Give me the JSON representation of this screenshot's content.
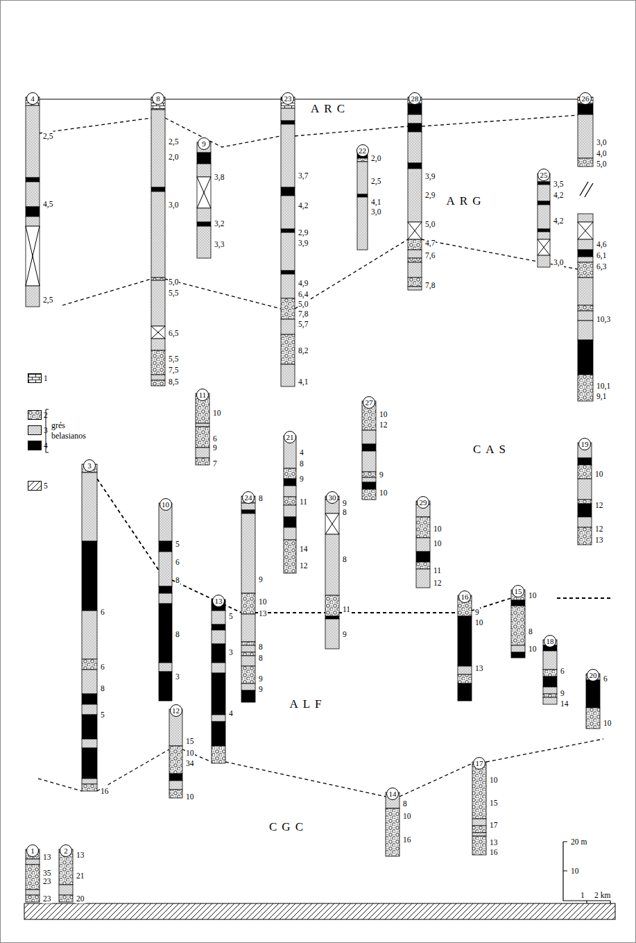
{
  "diagram": {
    "nodes": [
      {
        "text": [
          "4"
        ]
      },
      {
        "text": [
          "8"
        ]
      },
      {
        "text": [
          "23"
        ]
      },
      {
        "text": [
          "28"
        ]
      },
      {
        "text": [
          "26"
        ]
      },
      {
        "text": [
          "9"
        ]
      },
      {
        "text": [
          "22"
        ]
      },
      {
        "text": [
          "25"
        ]
      },
      {
        "text": [
          "11"
        ]
      },
      {
        "text": [
          "27"
        ]
      },
      {
        "text": [
          "21"
        ]
      },
      {
        "text": [
          "19"
        ]
      },
      {
        "text": [
          "3"
        ]
      },
      {
        "text": [
          "10"
        ]
      },
      {
        "text": [
          "24"
        ]
      },
      {
        "text": [
          "30"
        ]
      },
      {
        "text": [
          "29"
        ]
      },
      {
        "text": [
          "15"
        ]
      },
      {
        "text": [
          "16"
        ]
      },
      {
        "text": [
          "13"
        ]
      },
      {
        "text": [
          "18"
        ]
      },
      {
        "text": [
          "20"
        ]
      },
      {
        "text": [
          "12"
        ]
      },
      {
        "text": [
          "17"
        ]
      },
      {
        "text": [
          "14"
        ]
      },
      {
        "text": [
          "1"
        ]
      },
      {
        "text": [
          "2"
        ]
      }
    ],
    "labels": [
      "ARC",
      "ARG",
      "CAS",
      "ALF",
      "CGC",
      "2,5",
      "4,5",
      "2,5",
      "2,5",
      "2,0",
      "3,0",
      "5,0",
      "5,5",
      "6,5",
      "5,5",
      "7,5",
      "8,5",
      "3,7",
      "4,2",
      "2,9",
      "3,9",
      "4,9",
      "6,4",
      "5,0",
      "7,8",
      "5,7",
      "8,2",
      "4,1",
      "3,9",
      "2,9",
      "5,0",
      "4,7",
      "7,6",
      "7,8",
      "3,0",
      "4,0",
      "5,0",
      "4,6",
      "6,1",
      "6,3",
      "10,3",
      "10,1",
      "9,1",
      "3,8",
      "3,2",
      "3,3",
      "2,0",
      "2,5",
      "4,1",
      "3,0",
      "3,5",
      "4,2",
      "4,2",
      "3,0",
      "10",
      "6",
      "9",
      "7",
      "10",
      "12",
      "9",
      "10",
      "4",
      "8",
      "9",
      "11",
      "14",
      "12",
      "10",
      "12",
      "12",
      "13",
      "6",
      "6",
      "8",
      "5",
      "16",
      "5",
      "6",
      "8",
      "8",
      "3",
      "8",
      "9",
      "10",
      "13",
      "8",
      "8",
      "9",
      "9",
      "9",
      "8",
      "8",
      "11",
      "9",
      "10",
      "10",
      "11",
      "12",
      "10",
      "8",
      "10",
      "9",
      "10",
      "13",
      "5",
      "3",
      "4",
      "6",
      "9",
      "14",
      "6",
      "10",
      "15",
      "10",
      "34",
      "10",
      "10",
      "15",
      "17",
      "13",
      "16",
      "8",
      "10",
      "16",
      "13",
      "35",
      "23",
      "23",
      "13",
      "21",
      "20",
      "grés belasianos",
      "20 m",
      "10",
      "1",
      "2 km"
    ],
    "legend": [
      {
        "text": "1"
      },
      {
        "text": "2"
      },
      {
        "text": "3"
      },
      {
        "text": "4",
        "color": "#000000"
      },
      {
        "text": "5"
      }
    ]
  }
}
